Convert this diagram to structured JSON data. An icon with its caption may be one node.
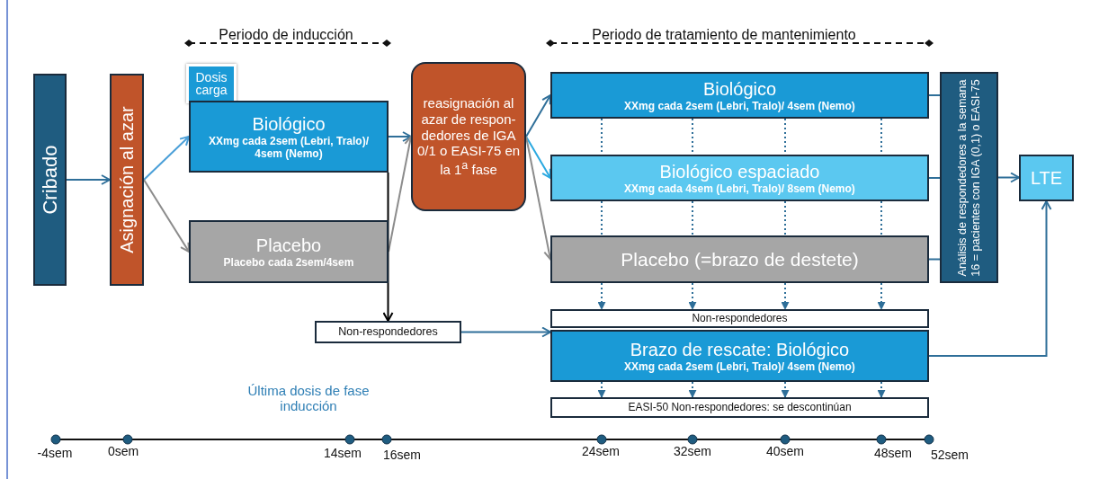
{
  "diagram": {
    "nodes": [
      {
        "text": [
          "Cribado"
        ]
      },
      {
        "text": [
          "Asignación al azar"
        ]
      },
      {
        "text": [
          "Dosis carga"
        ]
      },
      {
        "text": [
          "Biológico",
          "XXmg cada 2sem (Lebri, Tralo)/ 4sem (Nemo)"
        ]
      },
      {
        "text": [
          "Placebo",
          "Placebo cada 2sem/4sem"
        ]
      },
      {
        "text": [
          "reasignación al azar de respon- dedores de IGA 0/1 o EASI-75 en la 1$^{a}$ fase"
        ]
      },
      {
        "text": [
          "Biológico",
          "XXmg cada 2sem (Lebri, Tralo)/ 4sem (Nemo)"
        ]
      },
      {
        "text": [
          "Biológico espaciado",
          "XXmg cada 4sem (Lebri, Tralo)/ 8sem (Nemo)"
        ]
      },
      {
        "text": [
          "Placebo (=brazo de destete)"
        ]
      },
      {
        "text": [
          "Análisis de respondedores a la semana 16 = pacientes con IGA (0,1) o EASI-75"
        ]
      },
      {
        "text": [
          "LTE"
        ]
      },
      {
        "text": [
          "Non-respondedores"
        ]
      },
      {
        "text": [
          "Non-respondedores"
        ]
      },
      {
        "text": [
          "Brazo de rescate: Biológico",
          "XXmg cada 2sem (Lebri, Tralo)/ 4sem (Nemo)"
        ]
      },
      {
        "text": [
          "EASI-50 Non-respondedores: se descontinúan"
        ]
      }
    ],
    "edges": [
      {
        "from": 0,
        "to": 1,
        "arrow": "to"
      },
      {
        "from": 1,
        "to": 3,
        "arrow": "to",
        "color": "#4a9fd8"
      },
      {
        "from": 1,
        "to": 4,
        "arrow": "to",
        "color": "#8c8c8c"
      },
      {
        "from": 3,
        "to": 5,
        "arrow": "to"
      },
      {
        "from": 4,
        "to": 5,
        "arrow": "to",
        "color": "#8c8c8c"
      },
      {
        "from": 3,
        "to": 11,
        "arrow": "to",
        "color": "#000000"
      },
      {
        "from": 5,
        "to": 6,
        "arrow": "to"
      },
      {
        "from": 5,
        "to": 7,
        "arrow": "to",
        "color": "#29a8e0"
      },
      {
        "from": 5,
        "to": 8,
        "arrow": "to",
        "color": "#8c8c8c"
      },
      {
        "from": 6,
        "to": 9,
        "arrow": "none"
      },
      {
        "from": 7,
        "to": 9,
        "arrow": "none"
      },
      {
        "from": 8,
        "to": 9,
        "arrow": "none"
      },
      {
        "from": 9,
        "to": 10,
        "arrow": "to"
      },
      {
        "from": 11,
        "to": 13,
        "arrow": "to"
      },
      {
        "from": 13,
        "to": 10,
        "arrow": "to"
      },
      {
        "from": 6,
        "to": 7,
        "arrow": "none",
        "style": "dashed"
      },
      {
        "from": 6,
        "to": 7,
        "arrow": "none",
        "style": "dashed"
      },
      {
        "from": 6,
        "to": 7,
        "arrow": "none",
        "style": "dashed"
      },
      {
        "from": 6,
        "to": 7,
        "arrow": "none",
        "style": "dashed"
      },
      {
        "from": 7,
        "to": 8,
        "arrow": "none",
        "style": "dashed"
      },
      {
        "from": 7,
        "to": 8,
        "arrow": "none",
        "style": "dashed"
      },
      {
        "from": 7,
        "to": 8,
        "arrow": "none",
        "style": "dashed"
      },
      {
        "from": 7,
        "to": 8,
        "arrow": "none",
        "style": "dashed"
      },
      {
        "from": 8,
        "to": 12,
        "arrow": "to",
        "style": "dashed"
      },
      {
        "from": 8,
        "to": 12,
        "arrow": "to",
        "style": "dashed"
      },
      {
        "from": 8,
        "to": 12,
        "arrow": "to",
        "style": "dashed"
      },
      {
        "from": 8,
        "to": 12,
        "arrow": "to",
        "style": "dashed"
      },
      {
        "from": 13,
        "to": 14,
        "arrow": "to",
        "style": "dashed"
      },
      {
        "from": 13,
        "to": 14,
        "arrow": "to",
        "style": "dashed"
      },
      {
        "from": 13,
        "to": 14,
        "arrow": "to",
        "style": "dashed"
      },
      {
        "from": 13,
        "to": 14,
        "arrow": "to",
        "style": "dashed"
      }
    ],
    "labels": [
      "Periodo de inducción",
      "Periodo de tratamiento de mantenimiento",
      "Última dosis de fase inducción",
      "-4sem",
      "0sem",
      "14sem",
      "16sem",
      "24sem",
      "32sem",
      "40sem",
      "48sem",
      "52sem"
    ]
  }
}
